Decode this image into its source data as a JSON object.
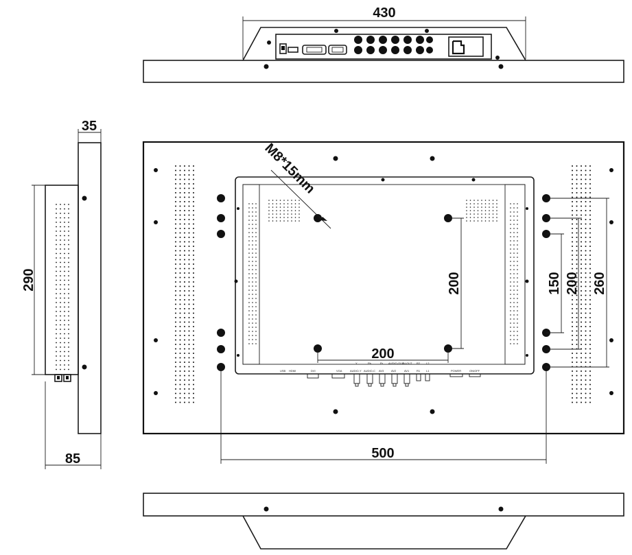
{
  "dimensions": {
    "top_width": "430",
    "depth_small": "35",
    "side_height": "290",
    "side_depth": "85",
    "hole_spacing_200_v": "200",
    "hole_spacing_200_h": "200",
    "hole_spacing_150": "150",
    "hole_spacing_200_b": "200",
    "hole_spacing_260": "260",
    "bottom_width": "500",
    "screw_spec": "M8*15mm"
  },
  "port_labels": {
    "usb": "USB",
    "hdmi": "HDMI",
    "dvi": "DVI",
    "vga": "VGA",
    "av_y": "Y",
    "av_pb": "Pb",
    "av_pr": "Pr",
    "audio_out": "AUDIO-OUT",
    "av_out": "AV-OUT",
    "r2": "R2",
    "l2": "L2",
    "audio_y": "AUDIO-Y",
    "audio_c": "AUDIO-C",
    "av3": "AV3",
    "av2": "AV2",
    "av1": "AV1",
    "r1": "R1",
    "l1": "L1",
    "power": "POWER",
    "on_off": "ON/OFF"
  }
}
